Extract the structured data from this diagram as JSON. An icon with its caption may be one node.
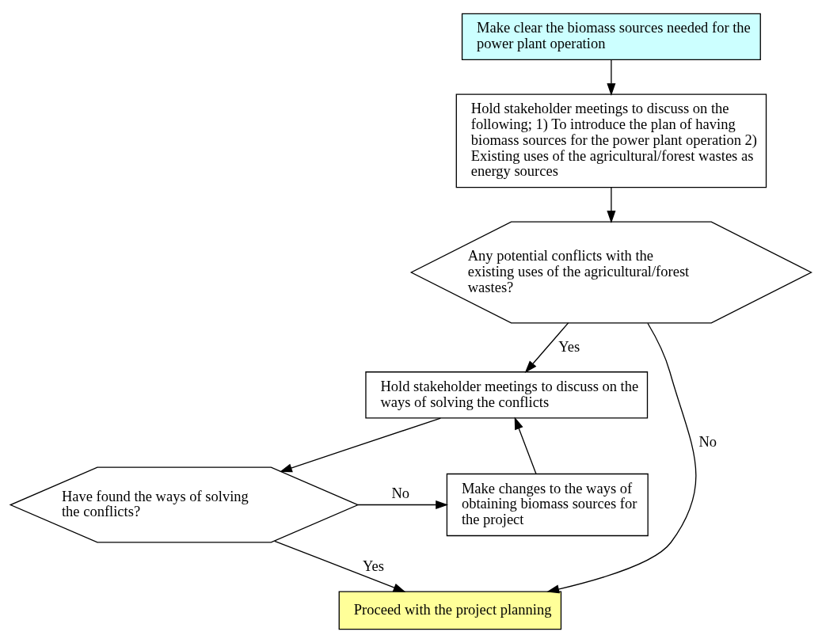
{
  "diagram": {
    "nodes": [
      {
        "text": [
          "Make clear the biomass sources needed for the power plant operation"
        ]
      },
      {
        "text": [
          "Hold stakeholder meetings to discuss on the following; 1) To introduce the plan of having biomass sources for the power plant operation 2) Existing uses of the agricultural/forest wastes as energy sources"
        ]
      },
      {
        "text": [
          "Any potential conflicts with the existing uses of the agricultural/forest wastes?"
        ]
      },
      {
        "text": [
          "Hold stakeholder meetings to discuss on the ways of solving the conflicts"
        ]
      },
      {
        "text": [
          "Have found the ways of solving the conflicts?"
        ]
      },
      {
        "text": [
          "Make changes to the ways of obtaining biomass sources for the project"
        ]
      },
      {
        "text": [
          "Proceed with the project planning"
        ]
      }
    ],
    "edges": [
      {
        "from": 0,
        "to": 1,
        "arrow": "to"
      },
      {
        "from": 1,
        "to": 2,
        "arrow": "to"
      },
      {
        "from": 2,
        "to": 3,
        "label": "Yes",
        "arrow": "to"
      },
      {
        "from": 2,
        "to": 6,
        "label": "No",
        "arrow": "to"
      },
      {
        "from": 3,
        "to": 4,
        "arrow": "to"
      },
      {
        "from": 4,
        "to": 5,
        "label": "No",
        "arrow": "to"
      },
      {
        "from": 5,
        "to": 3,
        "arrow": "to"
      },
      {
        "from": 4,
        "to": 6,
        "label": "Yes",
        "arrow": "to"
      }
    ]
  }
}
